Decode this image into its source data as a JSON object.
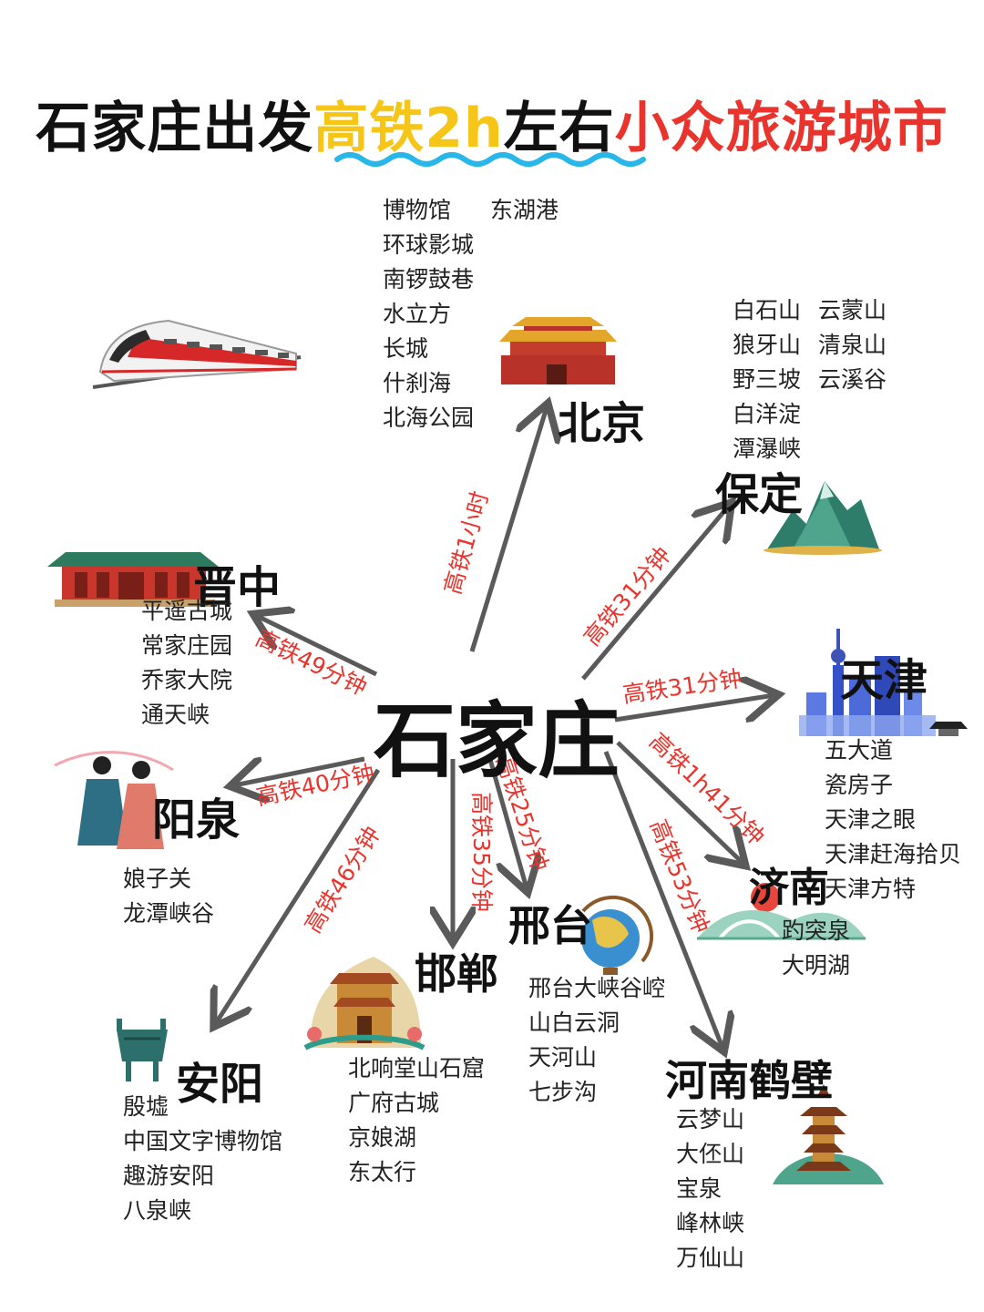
{
  "title": {
    "part1": "石家庄出发",
    "part2": "高铁2h",
    "part3": "左右",
    "part4": "小众旅游城市"
  },
  "colors": {
    "title_highlight": "#f5c518",
    "title_accent": "#e8342c",
    "route_label": "#e8342c",
    "arrow": "#5a5a5a",
    "wave": "#29b6e8"
  },
  "center": "石家庄",
  "destinations": {
    "beijing": {
      "name": "北京",
      "time": "高铁1小时",
      "spots": [
        "博物馆",
        "东湖港",
        "环球影城",
        "南锣鼓巷",
        "水立方",
        "长城",
        "什刹海",
        "北海公园"
      ]
    },
    "baoding": {
      "name": "保定",
      "time": "高铁31分钟",
      "spots": [
        "白石山",
        "云蒙山",
        "狼牙山",
        "清泉山",
        "野三坡",
        "云溪谷",
        "白洋淀",
        "潭瀑峡"
      ]
    },
    "tianjin": {
      "name": "天津",
      "time": "高铁31分钟",
      "spots": [
        "五大道",
        "瓷房子",
        "天津之眼",
        "天津赶海拾贝",
        "天津方特"
      ]
    },
    "jinan": {
      "name": "济南",
      "time": "高铁1h41分钟",
      "spots": [
        "趵突泉",
        "大明湖"
      ]
    },
    "hebi": {
      "name": "河南鹤壁",
      "time": "高铁53分钟",
      "spots": [
        "云梦山",
        "大伾山",
        "宝泉",
        "峰林峡",
        "万仙山"
      ]
    },
    "xingtai": {
      "name": "邢台",
      "time": "高铁25分钟",
      "spots": [
        "邢台大峡谷崆",
        "山白云洞",
        "天河山",
        "七步沟"
      ]
    },
    "handan": {
      "name": "邯郸",
      "time": "高铁35分钟",
      "spots": [
        "北响堂山石窟",
        "广府古城",
        "京娘湖",
        "东太行"
      ]
    },
    "anyang": {
      "name": "安阳",
      "time": "高铁46分钟",
      "spots": [
        "殷墟",
        "中国文字博物馆",
        "趣游安阳",
        "八泉峡"
      ]
    },
    "yangquan": {
      "name": "阳泉",
      "time": "高铁40分钟",
      "spots": [
        "娘子关",
        "龙潭峡谷"
      ]
    },
    "jinzhong": {
      "name": "晋中",
      "time": "高铁49分钟",
      "spots": [
        "平遥古城",
        "常家庄园",
        "乔家大院",
        "通天峡"
      ]
    }
  },
  "icons": [
    "train-icon",
    "forbidden-city-icon",
    "mountain-icon",
    "city-skyline-icon",
    "temple-icon",
    "couple-figures-icon",
    "bronze-ding-icon",
    "grotto-temple-icon",
    "globe-icon",
    "bridge-hill-icon",
    "pagoda-icon"
  ]
}
